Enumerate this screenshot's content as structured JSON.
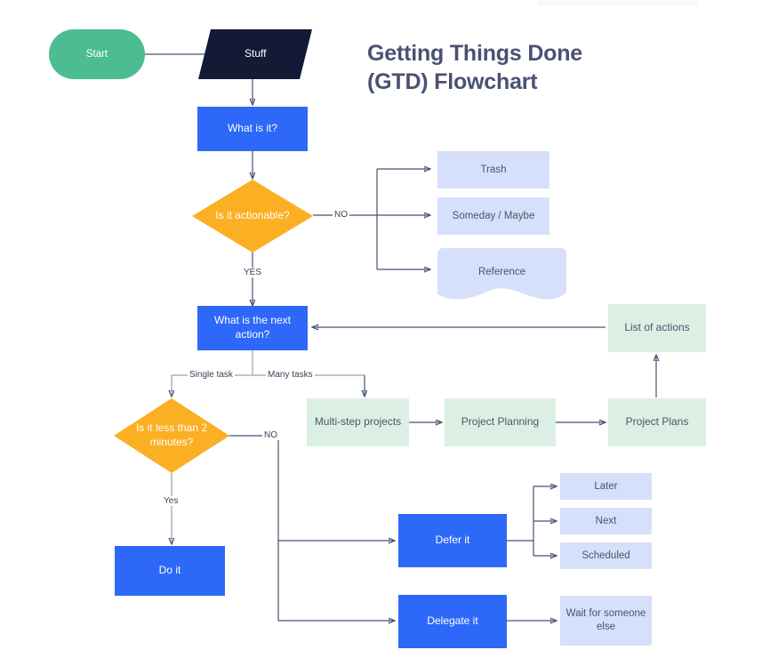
{
  "title": {
    "line1": "Getting Things Done",
    "line2": "(GTD) Flowchart"
  },
  "colors": {
    "background": "#ffffff",
    "start_green": "#4CBC93",
    "capture_navy": "#121A35",
    "process_blue": "#2D68F8",
    "outcome_light_blue": "#D6E0FB",
    "project_mint": "#DCEFE5",
    "decision_orange": "#FBAF22",
    "connector_grey": "#4A5173",
    "title_text": "#4A5173",
    "dark_text": "#4A5568",
    "light_text": "#ffffff"
  },
  "chart_data": {
    "type": "diagram",
    "title": "Getting Things Done (GTD) Flowchart",
    "nodes": [
      {
        "id": "start",
        "label": "Start",
        "shape": "rounded-pill",
        "color": "#4CBC93"
      },
      {
        "id": "stuff",
        "label": "Stuff",
        "shape": "parallelogram",
        "color": "#121A35"
      },
      {
        "id": "what-is-it",
        "label": "What is it?",
        "shape": "rectangle",
        "color": "#2D68F8"
      },
      {
        "id": "actionable",
        "label": "Is it actionable?",
        "shape": "diamond",
        "color": "#FBAF22"
      },
      {
        "id": "trash",
        "label": "Trash",
        "shape": "rectangle",
        "color": "#D6E0FB"
      },
      {
        "id": "someday",
        "label": "Someday / Maybe",
        "shape": "rectangle",
        "color": "#D6E0FB"
      },
      {
        "id": "reference",
        "label": "Reference",
        "shape": "document",
        "color": "#D6E0FB"
      },
      {
        "id": "next-action",
        "label": "What is the next action?",
        "shape": "rectangle",
        "color": "#2D68F8"
      },
      {
        "id": "two-minutes",
        "label": "Is it less than 2 minutes?",
        "shape": "diamond",
        "color": "#FBAF22"
      },
      {
        "id": "do-it",
        "label": "Do it",
        "shape": "rectangle",
        "color": "#2D68F8"
      },
      {
        "id": "multi-step",
        "label": "Multi-step projects",
        "shape": "rectangle",
        "color": "#DCEFE5"
      },
      {
        "id": "planning",
        "label": "Project Planning",
        "shape": "rectangle",
        "color": "#DCEFE5"
      },
      {
        "id": "plans",
        "label": "Project Plans",
        "shape": "rectangle",
        "color": "#DCEFE5"
      },
      {
        "id": "list",
        "label": "List of actions",
        "shape": "rectangle",
        "color": "#DCEFE5"
      },
      {
        "id": "defer",
        "label": "Defer it",
        "shape": "rectangle",
        "color": "#2D68F8"
      },
      {
        "id": "delegate",
        "label": "Delegate it",
        "shape": "rectangle",
        "color": "#2D68F8"
      },
      {
        "id": "later",
        "label": "Later",
        "shape": "rectangle",
        "color": "#D6E0FB"
      },
      {
        "id": "next",
        "label": "Next",
        "shape": "rectangle",
        "color": "#D6E0FB"
      },
      {
        "id": "scheduled",
        "label": "Scheduled",
        "shape": "rectangle",
        "color": "#D6E0FB"
      },
      {
        "id": "wait",
        "label": "Wait for someone else",
        "shape": "rectangle",
        "color": "#D6E0FB"
      }
    ],
    "edges": [
      {
        "from": "start",
        "to": "stuff",
        "label": ""
      },
      {
        "from": "stuff",
        "to": "what-is-it",
        "label": ""
      },
      {
        "from": "what-is-it",
        "to": "actionable",
        "label": ""
      },
      {
        "from": "actionable",
        "to": "trash",
        "label": "NO"
      },
      {
        "from": "actionable",
        "to": "someday",
        "label": "NO"
      },
      {
        "from": "actionable",
        "to": "reference",
        "label": "NO"
      },
      {
        "from": "actionable",
        "to": "next-action",
        "label": "YES"
      },
      {
        "from": "next-action",
        "to": "two-minutes",
        "label": "Single task"
      },
      {
        "from": "next-action",
        "to": "multi-step",
        "label": "Many tasks"
      },
      {
        "from": "two-minutes",
        "to": "do-it",
        "label": "Yes"
      },
      {
        "from": "two-minutes",
        "to": "defer",
        "label": "NO"
      },
      {
        "from": "two-minutes",
        "to": "delegate",
        "label": "NO"
      },
      {
        "from": "multi-step",
        "to": "planning",
        "label": ""
      },
      {
        "from": "planning",
        "to": "plans",
        "label": ""
      },
      {
        "from": "plans",
        "to": "list",
        "label": ""
      },
      {
        "from": "list",
        "to": "next-action",
        "label": ""
      },
      {
        "from": "defer",
        "to": "later",
        "label": ""
      },
      {
        "from": "defer",
        "to": "next",
        "label": ""
      },
      {
        "from": "defer",
        "to": "scheduled",
        "label": ""
      },
      {
        "from": "delegate",
        "to": "wait",
        "label": ""
      }
    ],
    "edge_labels": {
      "no_actionable": "NO",
      "yes_actionable": "YES",
      "single_task": "Single task",
      "many_tasks": "Many tasks",
      "yes_two_min": "Yes",
      "no_two_min": "NO"
    }
  }
}
